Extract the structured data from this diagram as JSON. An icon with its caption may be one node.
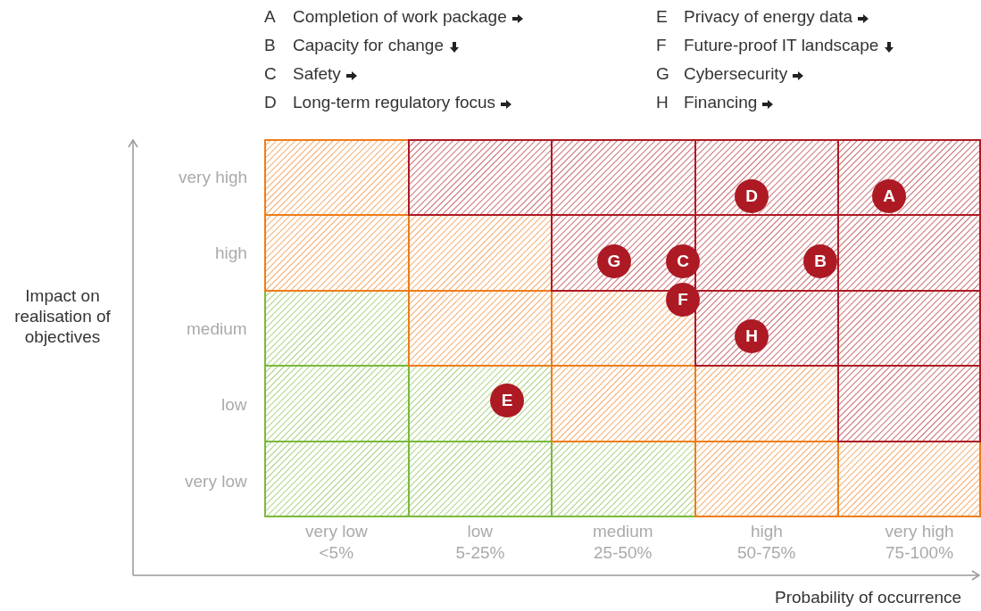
{
  "diagram": {
    "nodes": [
      {
        "text": [
          "D"
        ]
      },
      {
        "text": [
          "A"
        ]
      },
      {
        "text": [
          "G"
        ]
      },
      {
        "text": [
          "C"
        ]
      },
      {
        "text": [
          "B"
        ]
      },
      {
        "text": [
          "F"
        ]
      },
      {
        "text": [
          "H"
        ]
      },
      {
        "text": [
          "E"
        ]
      }
    ],
    "edges": [],
    "labels": [
      "A",
      "Completion of work package",
      "E",
      "Privacy of energy data",
      "B",
      "Capacity for change",
      "F",
      "Future-proof IT landscape",
      "C",
      "Safety",
      "G",
      "Cybersecurity",
      "D",
      "Long-term regulatory focus",
      "H",
      "Financing",
      "very high",
      "high",
      "Impact on realisation of objectives",
      "medium",
      "low",
      "very low",
      "very low",
      "low",
      "medium",
      "high",
      "very high",
      "<5%",
      "5-25%",
      "25-50%",
      "50-75%",
      "75-100%",
      "Probability of occurrence"
    ]
  }
}
